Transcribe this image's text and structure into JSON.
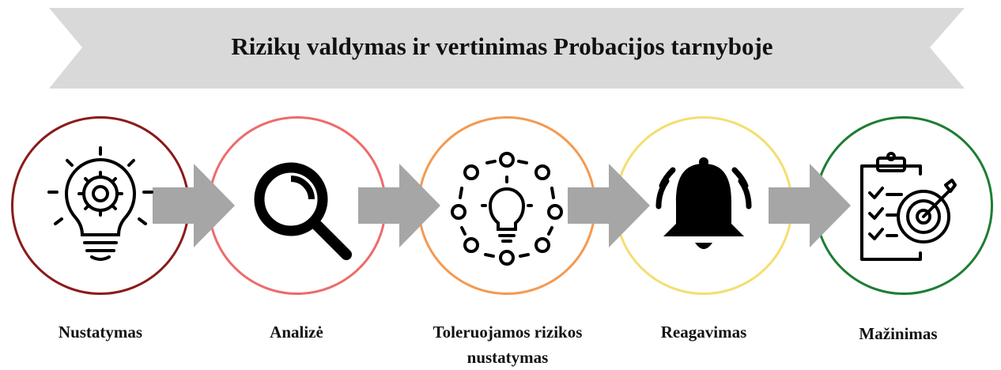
{
  "title": "Rizikų valdymas ir vertinimas Probacijos tarnyboje",
  "steps": [
    {
      "label": "Nustatymas",
      "icon": "lightbulb-gear-icon",
      "ring_color": "#8b1a1a"
    },
    {
      "label": "Analizė",
      "icon": "magnifying-glass-icon",
      "ring_color": "#ee6b6b"
    },
    {
      "label": "Toleruojamos rizikos nustatymas",
      "icon": "idea-network-icon",
      "ring_color": "#f39a52"
    },
    {
      "label": "Reagavimas",
      "icon": "alarm-bell-icon",
      "ring_color": "#f4de70"
    },
    {
      "label": "Mažinimas",
      "icon": "checklist-target-icon",
      "ring_color": "#1e7d32"
    }
  ],
  "colors": {
    "banner": "#d9d9d9",
    "arrow": "#a6a6a6"
  }
}
